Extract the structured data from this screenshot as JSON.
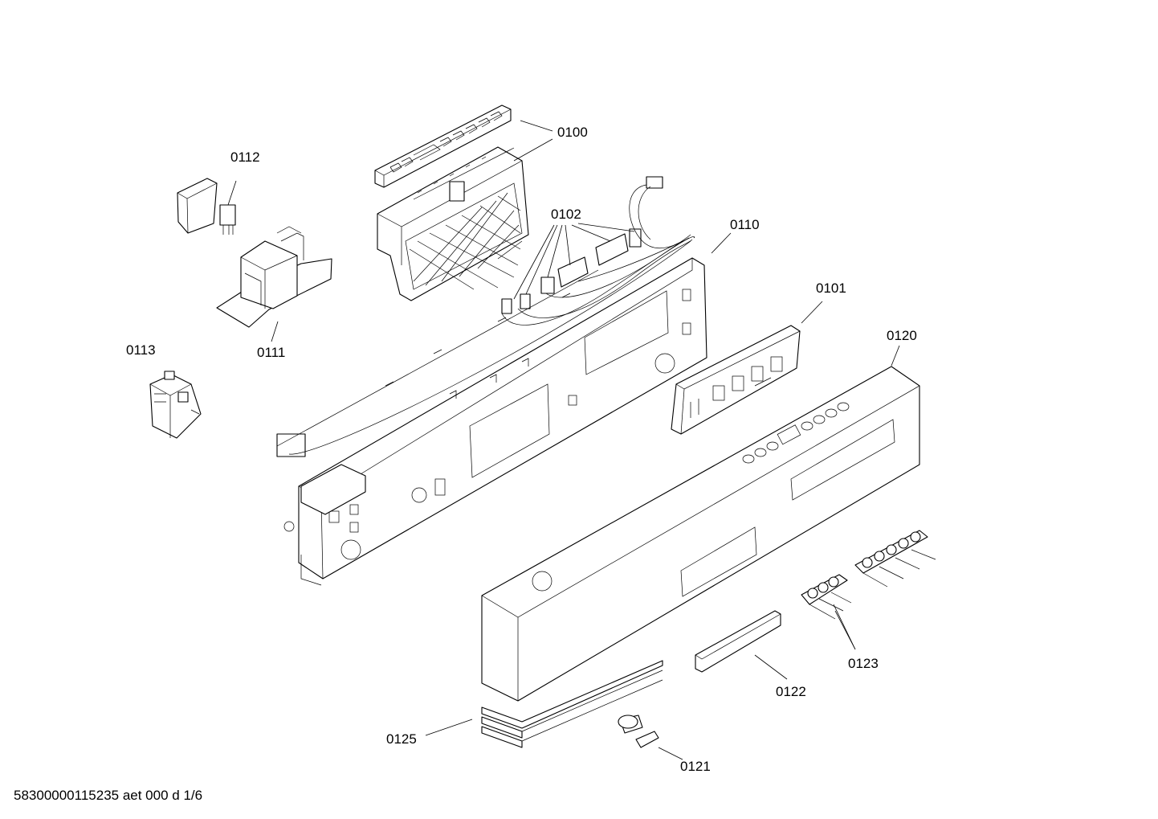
{
  "callouts": {
    "c0100": "0100",
    "c0112": "0112",
    "c0102": "0102",
    "c0110": "0110",
    "c0111": "0111",
    "c0101": "0101",
    "c0113": "0113",
    "c0120": "0120",
    "c0123": "0123",
    "c0122": "0122",
    "c0125": "0125",
    "c0121": "0121"
  },
  "footer": "58300000115235 aet 000 d 1/6"
}
